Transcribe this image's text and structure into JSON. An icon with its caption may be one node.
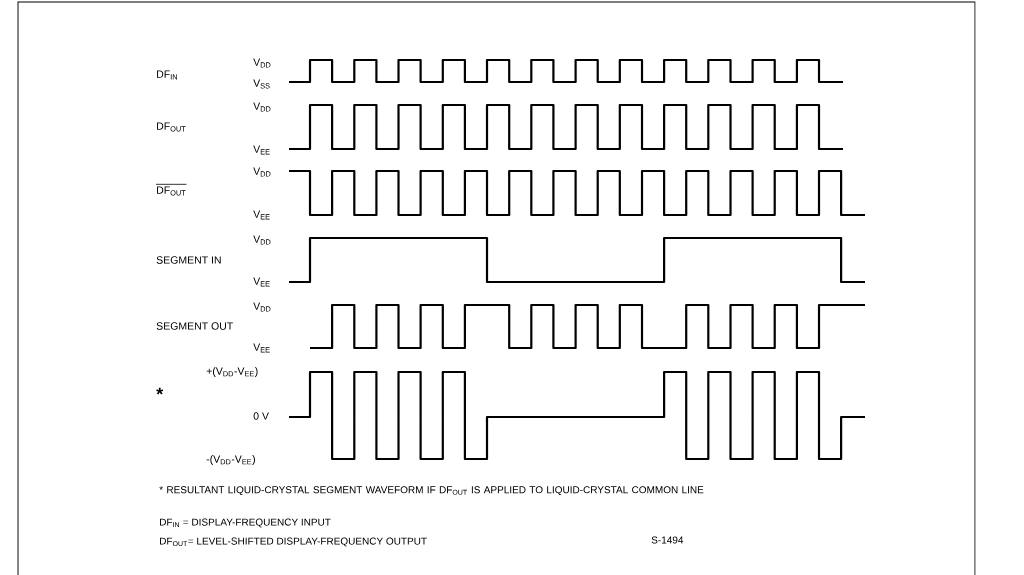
{
  "diagram": {
    "labels": [
      "DF$_{IN}$",
      "V$_{DD}$",
      "V$_{SS}$",
      "V$_{DD}$",
      "DF$_{OUT}$",
      "V$_{EE}$",
      "V$_{DD}$",
      "DF$_{OUT}$",
      "V$_{EE}$",
      "V$_{DD}$",
      "SEGMENT IN",
      "V$_{EE}$",
      "V$_{DD}$",
      "SEGMENT OUT",
      "V$_{EE}$",
      "+(V$_{DD}$-V$_{EE}$)",
      "*",
      "0 V",
      "-(V$_{DD}$-V$_{EE}$)",
      "* RESULTANT LIQUID-CRYSTAL SEGMENT WAVEFORM IF DF$_{OUT}$ IS APPLIED TO LIQUID-CRYSTAL COMMON LINE",
      "DF$_{IN}$ = DISPLAY-FREQUENCY INPUT",
      "DF$_{OUT}$= LEVEL-SHIFTED DISPLAY-FREQUENCY OUTPUT",
      "S-1494"
    ]
  }
}
